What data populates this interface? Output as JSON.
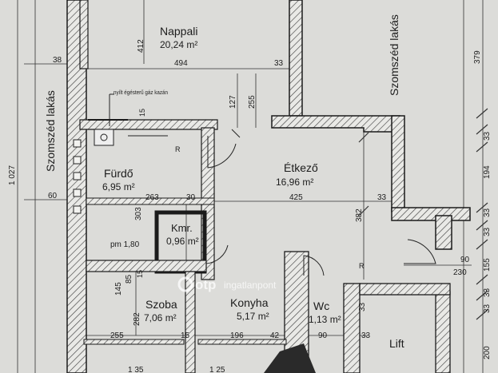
{
  "rooms": {
    "nappali": {
      "name": "Nappali",
      "area": "20,24 m²"
    },
    "etkezo": {
      "name": "Étkező",
      "area": "16,96 m²"
    },
    "furdo": {
      "name": "Fürdő",
      "area": "6,95 m²"
    },
    "kamra": {
      "name": "Kmr.",
      "area": "0,96 m²"
    },
    "szoba": {
      "name": "Szoba",
      "area": "7,06 m²"
    },
    "konyha": {
      "name": "Konyha",
      "area": "5,17 m²"
    },
    "wc": {
      "name": "Wc",
      "area": "1,13 m²"
    },
    "lift": {
      "name": "Lift"
    }
  },
  "neighbors": {
    "left": "Szomszéd lakás",
    "right": "Szomszéd lakás"
  },
  "notes": {
    "boiler": "nyílt égésterű gáz kazán",
    "pm": "pm 1,80",
    "r1": "R",
    "r2": "R"
  },
  "dimensions": {
    "d412": "412",
    "d494": "494",
    "d38": "38",
    "d33a": "33",
    "d379": "379",
    "d1027": "1 027",
    "d127": "127",
    "d255a": "255",
    "d15a": "15",
    "d60": "60",
    "d263": "263",
    "d30": "30",
    "d425": "425",
    "d33b": "33",
    "d303": "303",
    "d382": "382",
    "d194": "194",
    "d33c": "33",
    "d33d": "33",
    "d33e": "33",
    "d33f": "33",
    "d90a": "90",
    "d155": "155",
    "d230": "230",
    "d145": "145",
    "d85": "85",
    "d15b": "15",
    "d282": "282",
    "d255b": "255",
    "d15c": "15",
    "d196": "196",
    "d42": "42",
    "d90b": "90",
    "d33g": "33",
    "d33h": "33",
    "d33i": "33",
    "d200": "200",
    "dbot1": "1 35",
    "dbot2": "1 25"
  },
  "watermark": {
    "brand": "otp",
    "text": "ingatlanpont"
  }
}
